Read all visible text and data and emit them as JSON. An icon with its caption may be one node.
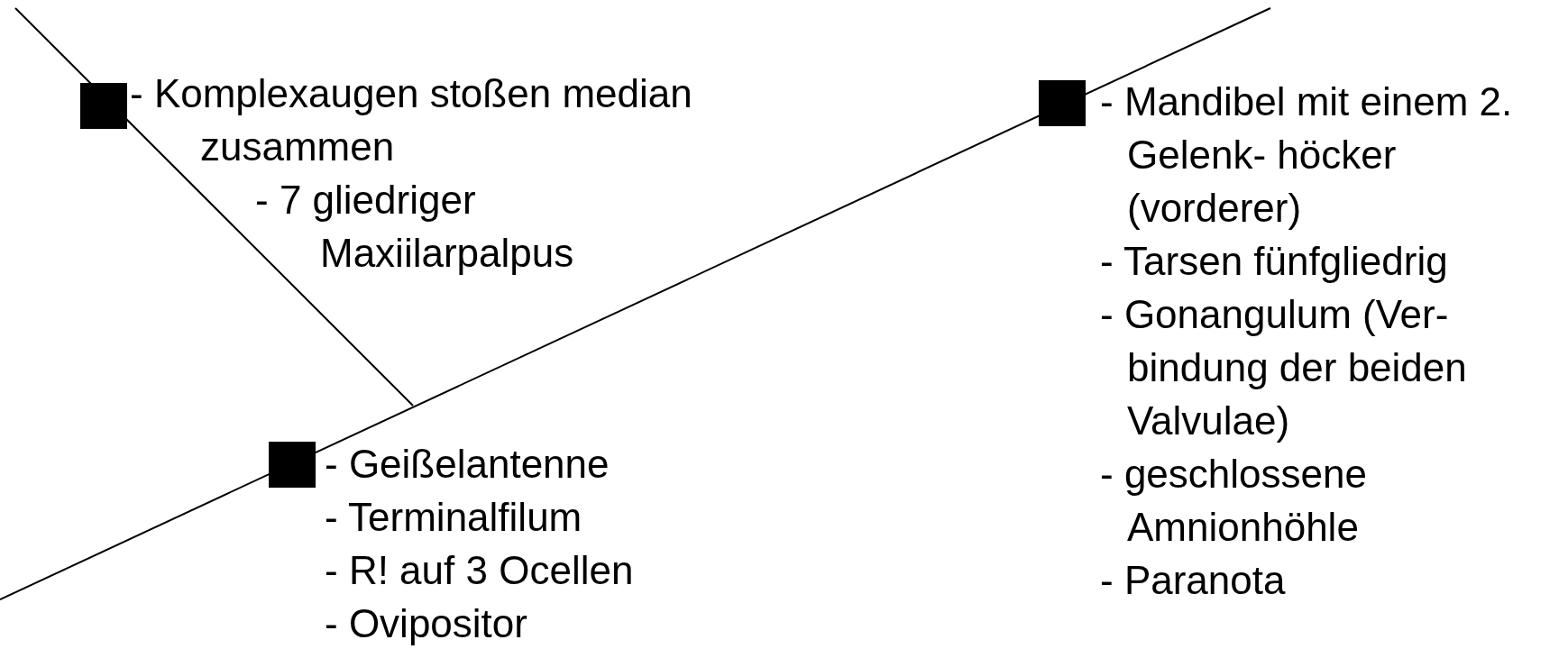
{
  "diagram": {
    "nodes": [
      {
        "text": [],
        "shape": "box",
        "beside": [
          "- Komplexaugen stoßen median zusammen",
          "- 7 gliedriger Maxiilarpalpus"
        ]
      },
      {
        "text": [],
        "shape": "box",
        "beside": [
          "- Mandibel mit einem 2. Gelenk- höcker (vorderer)",
          "- Tarsen fünfgliedrig",
          "- Gonangulum (Ver- bindung der beiden Valvulae)",
          "- geschlossene Amnionhöhle",
          "- Paranota"
        ]
      },
      {
        "text": [],
        "shape": "box",
        "beside": [
          "- Geißelantenne",
          "- Terminalfilum",
          "- R! auf 3 Ocellen",
          "- Ovipositor"
        ]
      }
    ]
  }
}
